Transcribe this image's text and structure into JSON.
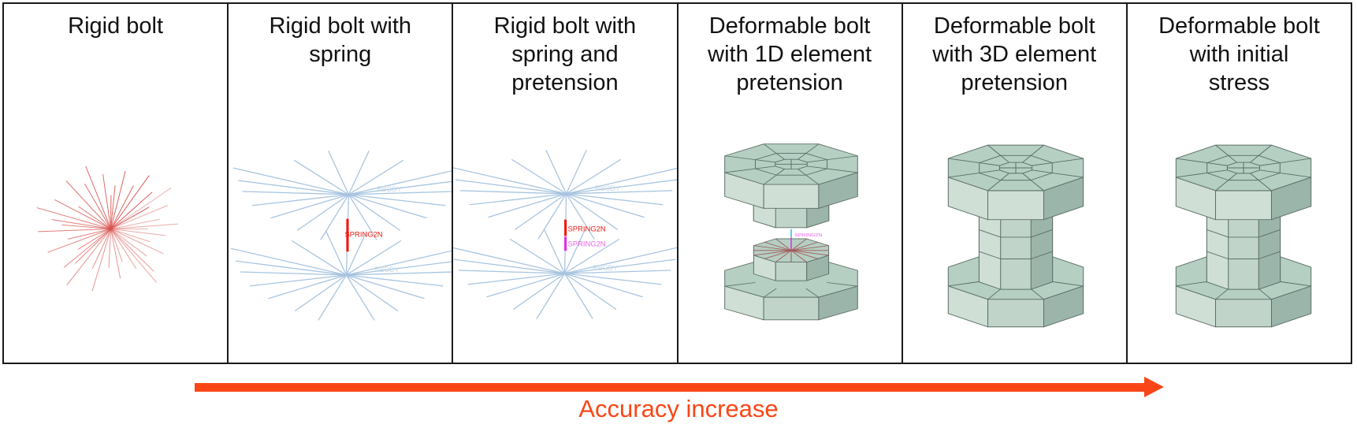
{
  "panels": [
    {
      "title": "Rigid bolt"
    },
    {
      "title": "Rigid bolt with\nspring",
      "labels": {
        "spring": "SPRING2N",
        "rbody_top": "RBODY",
        "rbody_bottom": "RBODY"
      }
    },
    {
      "title": "Rigid bolt with\nspring and\npretension",
      "labels": {
        "spring_upper": "SPRING2N",
        "spring_lower": "SPRING2N",
        "rbody_top": "RBODY",
        "rbody_bottom": "RBODY"
      }
    },
    {
      "title": "Deformable bolt\nwith 1D element\npretension",
      "labels": {
        "spring": "SPRING2N"
      }
    },
    {
      "title": "Deformable bolt\nwith 3D element\npretension"
    },
    {
      "title": "Deformable bolt\nwith initial\nstress"
    }
  ],
  "arrow": {
    "label": "Accuracy increase"
  },
  "colors": {
    "accent": "#fa4616",
    "border": "#1a1a1a",
    "mesh-top": "#b5cfc3",
    "mesh-light": "#cfdfd5",
    "mesh-mid": "#c0d4c9",
    "mesh-dark": "#9bb5aa",
    "mesh-edge": "#5b6f66",
    "spider-red": "#d9534f",
    "spider-blue": "#a7c4e0",
    "spring-red": "#ee1c12",
    "spring-magenta": "#e62ee6",
    "link-cyan": "#2ec8c8",
    "bolt-spider": "#a25858",
    "faint-label": "#c3d4e4"
  }
}
